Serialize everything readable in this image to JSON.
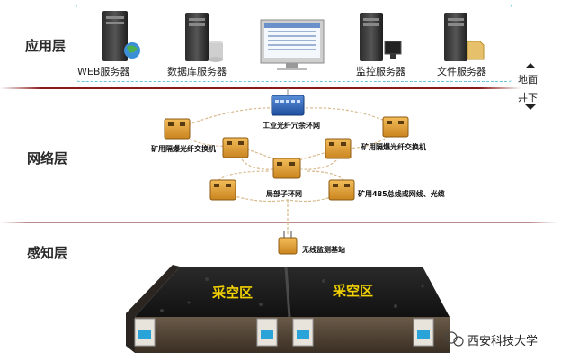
{
  "layers": {
    "application": "应用层",
    "network": "网络层",
    "perception": "感知层"
  },
  "servers": [
    {
      "label": "WEB服务器"
    },
    {
      "label": "数据库服务器"
    },
    {
      "label": ""
    },
    {
      "label": "监控服务器"
    },
    {
      "label": "文件服务器"
    }
  ],
  "side": {
    "ground": "地面",
    "underground": "井下"
  },
  "network": {
    "fiber_ring": "工业光纤冗余环网",
    "switch_left": "矿用隔爆光纤交换机",
    "switch_right": "矿用隔爆光纤交换机",
    "subring": "局部子环网",
    "bus485": "矿用485总线或网线、光缆"
  },
  "perception": {
    "base_station": "无线监测基站"
  },
  "goaf": {
    "left": "采空区",
    "right": "采空区"
  },
  "footer": {
    "org": "西安科技大学"
  },
  "colors": {
    "dashed_border": "#66c7d6",
    "divider": "#8b1a1a",
    "switch_box": "#e6a43a",
    "ring_link": "#d7b98c",
    "goaf_text": "#f2d200"
  }
}
